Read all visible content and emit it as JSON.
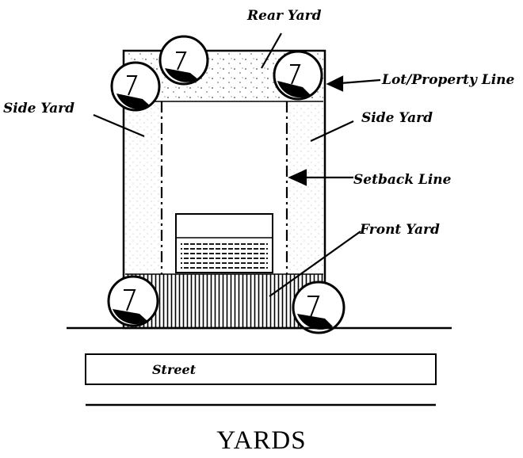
{
  "labels": {
    "rear_yard": "Rear Yard",
    "lot_property_line": "Lot/Property Line",
    "side_yard_left": "Side Yard",
    "side_yard_right": "Side Yard",
    "setback_line": "Setback Line",
    "front_yard": "Front Yard",
    "street": "Street"
  },
  "caption": "YARDS",
  "colors": {
    "ink": "#000000",
    "paper": "#ffffff",
    "speckle": "#555555"
  }
}
